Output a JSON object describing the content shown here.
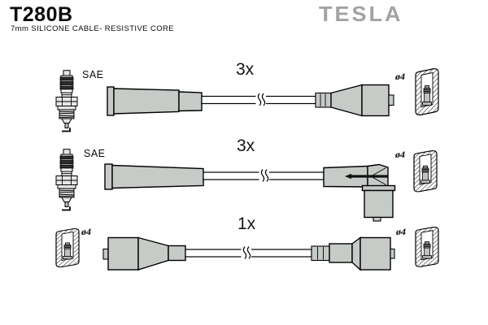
{
  "header": {
    "part_number": "T280B",
    "subtitle": "7mm SILICONE CABLE- RESISTIVE CORE",
    "brand": "TESLA"
  },
  "colors": {
    "boot_gray": "#c7cbc7",
    "brand_gray": "#a2a2a2"
  },
  "rows": [
    {
      "quantity": "3x",
      "plug_end_label": "SAE",
      "terminal_label": "ø4",
      "icons": {
        "left": "spark-plug-icon",
        "cable": "straight-boot-cable",
        "right": "terminal-cup-icon"
      }
    },
    {
      "quantity": "3x",
      "plug_end_label": "SAE",
      "terminal_label": "ø4",
      "icons": {
        "left": "spark-plug-icon",
        "cable": "elbow-boot-cable",
        "right": "terminal-cup-icon"
      }
    },
    {
      "quantity": "1x",
      "left_terminal_label": "ø4",
      "terminal_label": "ø4",
      "icons": {
        "left": "terminal-cup-icon",
        "cable": "coil-cable",
        "right": "terminal-cup-icon"
      }
    }
  ]
}
